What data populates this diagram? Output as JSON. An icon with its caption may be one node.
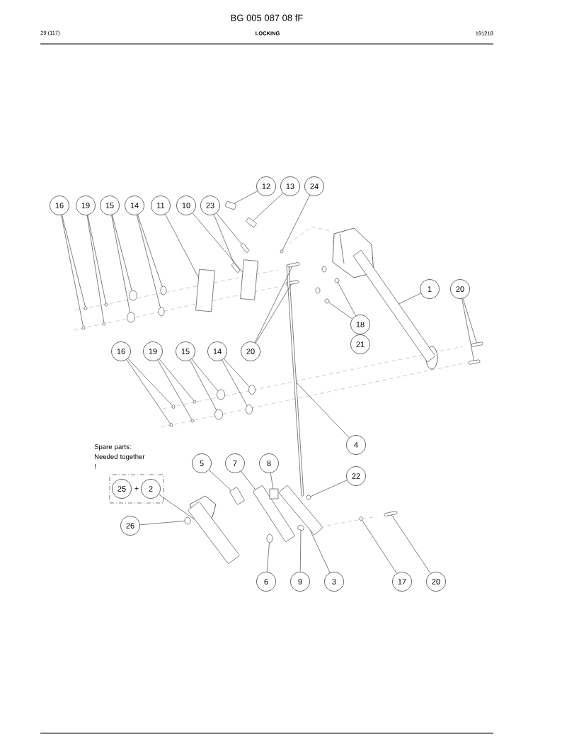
{
  "diagram": {
    "title": "BG 005 087 08 fF",
    "nodes": [
      {
        "text": [
          "12"
        ]
      },
      {
        "text": [
          "13"
        ]
      },
      {
        "text": [
          "24"
        ]
      },
      {
        "text": [
          "16"
        ]
      },
      {
        "text": [
          "19"
        ]
      },
      {
        "text": [
          "15"
        ]
      },
      {
        "text": [
          "14"
        ]
      },
      {
        "text": [
          "11"
        ]
      },
      {
        "text": [
          "10"
        ]
      },
      {
        "text": [
          "23"
        ]
      },
      {
        "text": [
          "1"
        ]
      },
      {
        "text": [
          "20"
        ]
      },
      {
        "text": [
          "18"
        ]
      },
      {
        "text": [
          "21"
        ]
      },
      {
        "text": [
          "16"
        ]
      },
      {
        "text": [
          "19"
        ]
      },
      {
        "text": [
          "15"
        ]
      },
      {
        "text": [
          "14"
        ]
      },
      {
        "text": [
          "20"
        ]
      },
      {
        "text": [
          "4"
        ]
      },
      {
        "text": [
          "Spare parts: Needed together !",
          "+"
        ]
      },
      {
        "text": [
          "25"
        ],
        "in": 20
      },
      {
        "text": [
          "2"
        ],
        "in": 20
      },
      {
        "text": [
          "5"
        ]
      },
      {
        "text": [
          "7"
        ]
      },
      {
        "text": [
          "8"
        ]
      },
      {
        "text": [
          "22"
        ]
      },
      {
        "text": [
          "26"
        ]
      },
      {
        "text": [
          "6"
        ]
      },
      {
        "text": [
          "9"
        ]
      },
      {
        "text": [
          "3"
        ]
      },
      {
        "text": [
          "17"
        ]
      },
      {
        "text": [
          "20"
        ]
      },
      {
        "text": [],
        "shape": "picture"
      },
      {
        "text": [],
        "shape": "picture"
      },
      {
        "text": [],
        "shape": "circle"
      },
      {
        "text": [],
        "shape": "picture"
      },
      {
        "text": [],
        "shape": "picture"
      },
      {
        "text": [],
        "shape": "box"
      },
      {
        "text": [],
        "shape": "box"
      },
      {
        "text": [],
        "shape": "circle"
      },
      {
        "text": [],
        "shape": "circle"
      },
      {
        "text": [],
        "shape": "circle"
      },
      {
        "text": [],
        "shape": "circle"
      },
      {
        "text": [],
        "shape": "circle"
      },
      {
        "text": [],
        "shape": "circle"
      },
      {
        "text": [],
        "shape": "circle"
      },
      {
        "text": [],
        "shape": "circle"
      },
      {
        "text": [],
        "shape": "picture"
      },
      {
        "text": [],
        "shape": "picture"
      },
      {
        "text": [],
        "shape": "picture"
      },
      {
        "text": [],
        "shape": "circle"
      },
      {
        "text": [],
        "shape": "circle"
      },
      {
        "text": [],
        "shape": "picture"
      },
      {
        "text": [],
        "shape": "picture"
      },
      {
        "text": [],
        "shape": "picture"
      },
      {
        "text": [],
        "shape": "circle"
      },
      {
        "text": [],
        "shape": "circle"
      },
      {
        "text": [],
        "shape": "circle"
      },
      {
        "text": [],
        "shape": "circle"
      },
      {
        "text": [],
        "shape": "circle"
      },
      {
        "text": [],
        "shape": "circle"
      },
      {
        "text": [],
        "shape": "circle"
      },
      {
        "text": [],
        "shape": "circle"
      },
      {
        "text": [],
        "shape": "picture"
      },
      {
        "text": [],
        "shape": "circle"
      },
      {
        "text": [],
        "shape": "picture"
      },
      {
        "text": [],
        "shape": "picture"
      },
      {
        "text": [],
        "shape": "box"
      },
      {
        "text": [],
        "shape": "picture"
      },
      {
        "text": [],
        "shape": "circle"
      },
      {
        "text": [],
        "shape": "circle"
      },
      {
        "text": [],
        "shape": "picture"
      },
      {
        "text": [],
        "shape": "circle"
      },
      {
        "text": [],
        "shape": "picture"
      }
    ],
    "edges": [
      {
        "from": 0,
        "to": 33,
        "arrow": "none"
      },
      {
        "from": 1,
        "to": 34,
        "arrow": "none"
      },
      {
        "from": 2,
        "to": 35,
        "arrow": "none"
      },
      {
        "from": 3,
        "to": 46,
        "arrow": "none"
      },
      {
        "from": 3,
        "to": 47,
        "arrow": "none"
      },
      {
        "from": 4,
        "to": 44,
        "arrow": "none"
      },
      {
        "from": 4,
        "to": 45,
        "arrow": "none"
      },
      {
        "from": 5,
        "to": 42,
        "arrow": "none"
      },
      {
        "from": 5,
        "to": 43,
        "arrow": "none"
      },
      {
        "from": 6,
        "to": 40,
        "arrow": "none"
      },
      {
        "from": 6,
        "to": 41,
        "arrow": "none"
      },
      {
        "from": 7,
        "to": 38,
        "arrow": "none"
      },
      {
        "from": 8,
        "to": 39,
        "arrow": "none"
      },
      {
        "from": 9,
        "to": 36,
        "arrow": "none"
      },
      {
        "from": 9,
        "to": 37,
        "arrow": "none"
      },
      {
        "from": 10,
        "to": 53,
        "arrow": "none"
      },
      {
        "from": 11,
        "to": 54,
        "arrow": "none"
      },
      {
        "from": 11,
        "to": 55,
        "arrow": "none"
      },
      {
        "from": 12,
        "to": 51,
        "arrow": "none"
      },
      {
        "from": 12,
        "to": 52,
        "arrow": "none"
      },
      {
        "from": 14,
        "to": 62,
        "arrow": "none"
      },
      {
        "from": 14,
        "to": 63,
        "arrow": "none"
      },
      {
        "from": 15,
        "to": 60,
        "arrow": "none"
      },
      {
        "from": 15,
        "to": 61,
        "arrow": "none"
      },
      {
        "from": 16,
        "to": 58,
        "arrow": "none"
      },
      {
        "from": 16,
        "to": 59,
        "arrow": "none"
      },
      {
        "from": 17,
        "to": 56,
        "arrow": "none"
      },
      {
        "from": 17,
        "to": 57,
        "arrow": "none"
      },
      {
        "from": 18,
        "to": 48,
        "arrow": "none"
      },
      {
        "from": 18,
        "to": 49,
        "arrow": "none"
      },
      {
        "from": 19,
        "to": 50,
        "arrow": "none"
      },
      {
        "from": 22,
        "to": 64,
        "arrow": "none"
      },
      {
        "from": 23,
        "to": 66,
        "arrow": "none"
      },
      {
        "from": 24,
        "to": 67,
        "arrow": "none"
      },
      {
        "from": 25,
        "to": 68,
        "arrow": "none"
      },
      {
        "from": 26,
        "to": 70,
        "arrow": "none"
      },
      {
        "from": 27,
        "to": 65,
        "arrow": "none"
      },
      {
        "from": 28,
        "to": 71,
        "arrow": "none"
      },
      {
        "from": 29,
        "to": 72,
        "arrow": "none"
      },
      {
        "from": 30,
        "to": 69,
        "arrow": "none"
      },
      {
        "from": 31,
        "to": 73,
        "arrow": "none"
      },
      {
        "from": 32,
        "to": 74,
        "arrow": "none"
      }
    ],
    "labels": [
      "29 (117)",
      "LOCKING",
      "191218"
    ]
  }
}
